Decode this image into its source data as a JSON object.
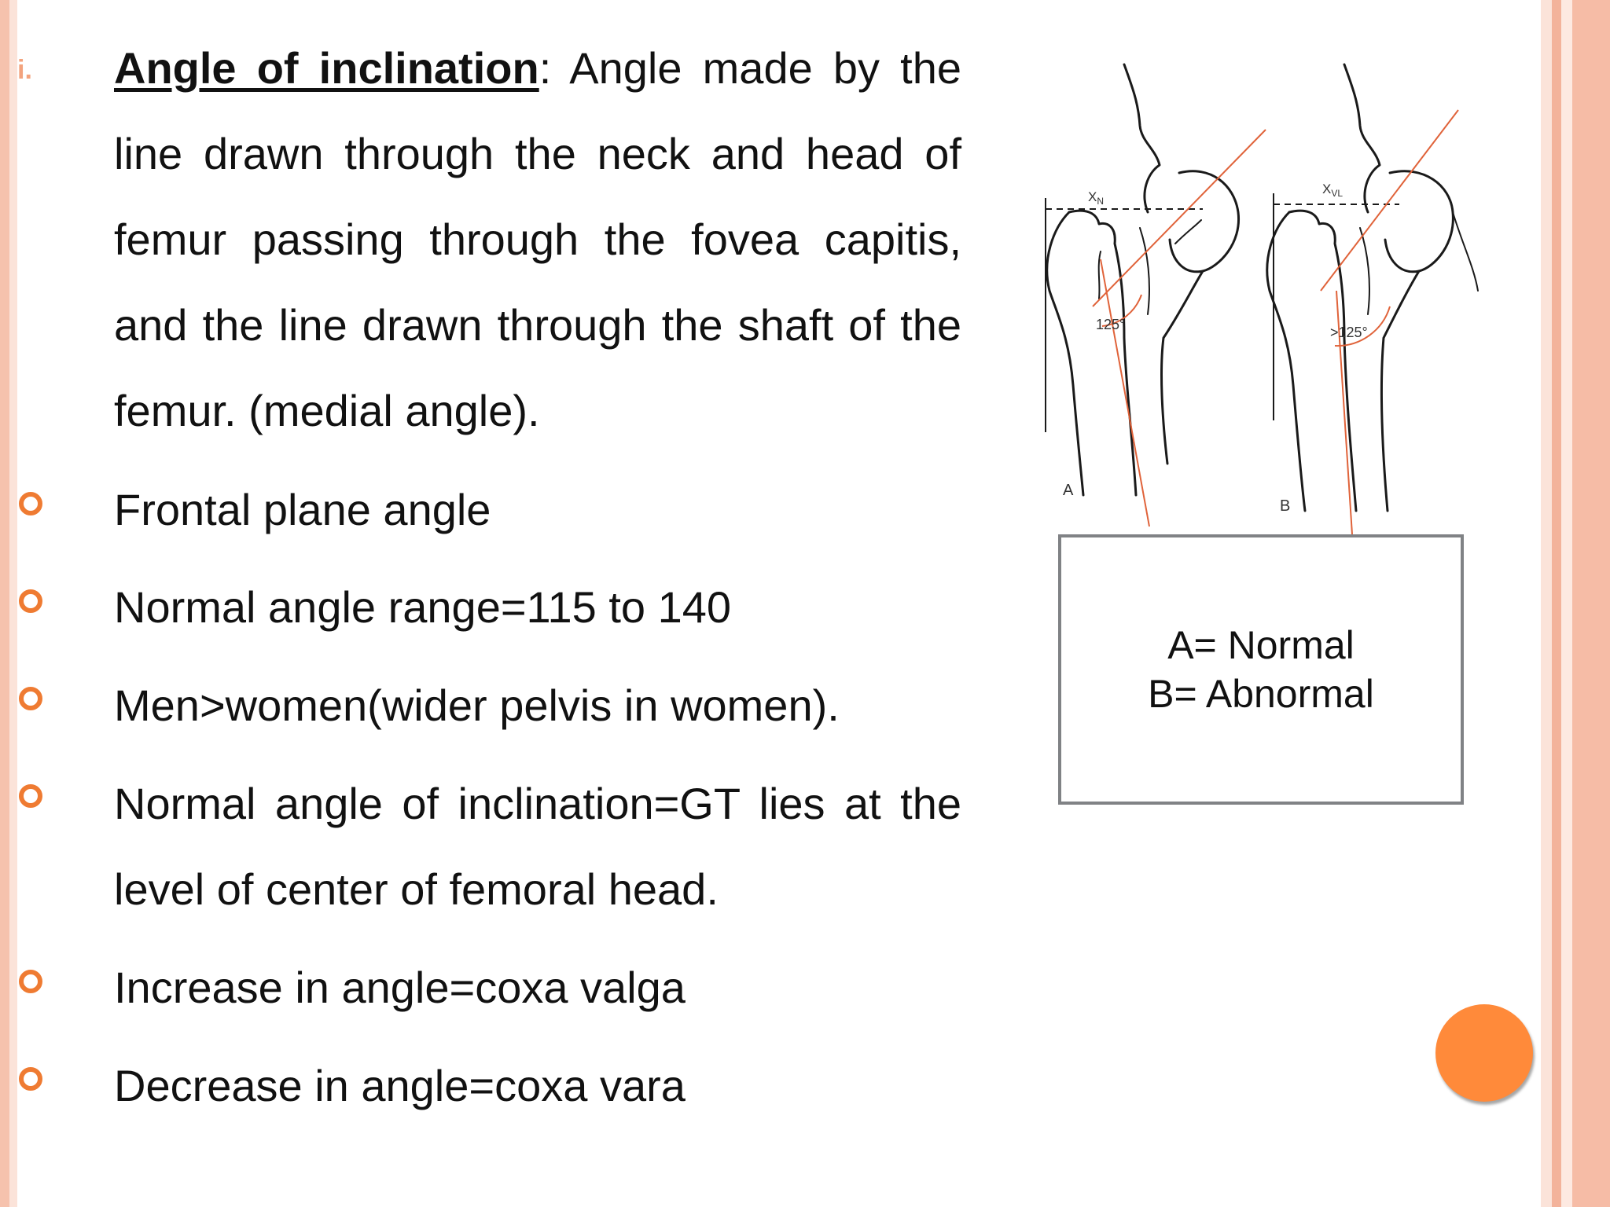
{
  "slide": {
    "list_marker": "i.",
    "heading": "Angle of inclination",
    "intro": ": Angle made by the line drawn through the neck and head of femur passing through the fovea capitis, and the line drawn through the shaft of the femur. (medial angle).",
    "bullets": [
      "Frontal plane angle",
      "Normal angle range=115 to 140",
      "Men>women(wider pelvis in women).",
      "Normal angle of inclination=GT lies at the level of center of femoral head.",
      "Increase in angle=coxa valga",
      "Decrease in angle=coxa vara"
    ]
  },
  "figure": {
    "panel_a_label": "A",
    "panel_b_label": "B",
    "angle_a": "125°",
    "angle_b": ">125°",
    "marker_a": "X",
    "marker_a_sub": "N",
    "marker_b": "X",
    "marker_b_sub": "VL"
  },
  "caption": {
    "line1": "A= Normal",
    "line2": "B= Abnormal"
  },
  "colors": {
    "accent": "#ef7b32",
    "border_light": "#fbe3d9",
    "border_mid": "#f6c2ad",
    "button": "#ff8a3a"
  }
}
